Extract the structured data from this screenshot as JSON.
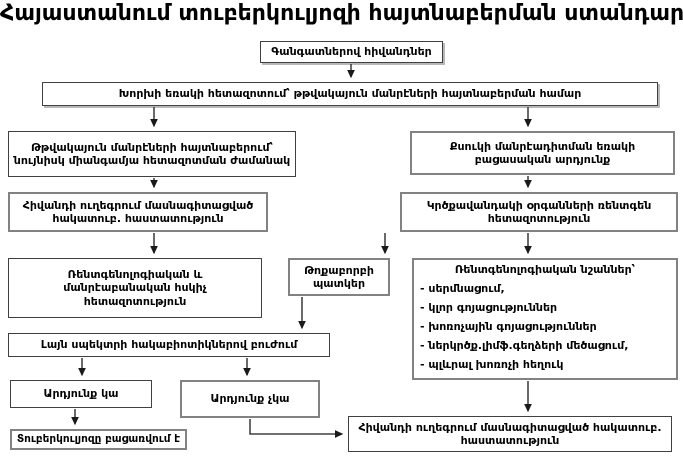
{
  "title": "Հայաստանում տուբերկուլյոզի հայտնաբերման ստանդարտ",
  "flowchart": {
    "patients_box": "Գանգատներով հիվանդներ",
    "sputum_exam_box": "Խորխի եռակի հետազոտում՝ թթվակայուն մանրէների հայտնաբերման համար",
    "afb_detected_box": "Թթվակայուն մանրէների հայտնաբերում՝ նույնիսկ միանգամյա հետազոտման ժամանակ",
    "referral_box": "Հիվանդի ուղեգրում մասնագիտացված հակատուբ. հաստատություն",
    "control_exam_box": "Ռենտգենոլոգիական և մանրէաբանական հսկիչ հետազոտություն",
    "pneumonia_box": "Թոքաբորբի պատկեր",
    "smear_negative_box": "Քսուկի մանրէադիտման եռակի բացասական արդյունք",
    "chest_xray_box": "Կրծքավանդակի օրգանների ռենտգեն հետազոտություն",
    "xray_signs_box": {
      "title": "Ռենտգենոլոգիական նշաններ՝",
      "items": [
        "- սերմնացում,",
        "- կլոր գոյացություններ",
        "- խոռոչային գոյացություններ",
        "- ներկրծք.լիմֆ.գեղձերի մեծացում,",
        "- պլևրալ խոռոչի հեղուկ"
      ]
    },
    "antibiotics_box": "Լայն սպեկտրի հակաբիոտիկներով բուժում",
    "result_yes_box": "Արդյունք կա",
    "result_no_box": "Արդյունք չկա",
    "tb_excluded_box": "Տուբերկուլյոզը բացառվում է",
    "referral_bottom_box": "Հիվանդի ուղեգրում մասնագիտացված հակատուբ. հաստատություն"
  },
  "colors": {
    "background": "#ffffff",
    "text": "#000000",
    "box_border": "#404040",
    "gray_border": "#828282",
    "arrow": "#1a1a1a"
  }
}
